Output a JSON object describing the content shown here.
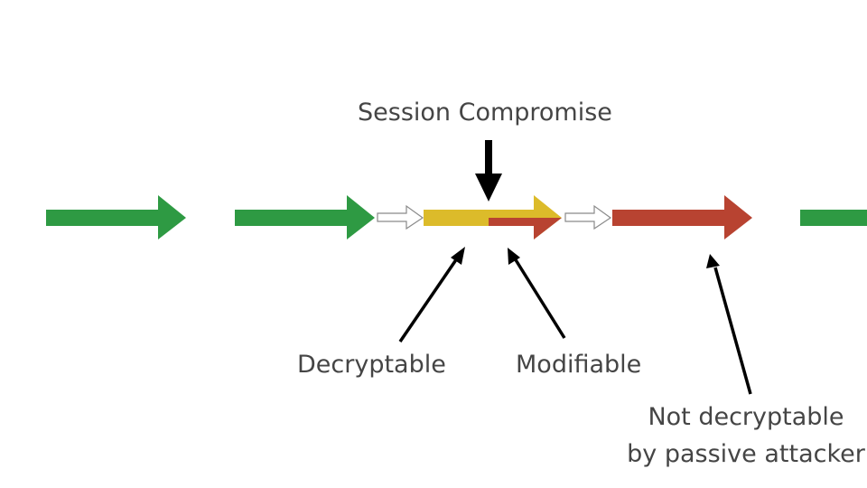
{
  "title": "Session Compromise",
  "labels": {
    "session_compromise": "Session Compromise",
    "decryptable": "Decryptable",
    "modifiable": "Modifiable",
    "not_decryptable_line1": "Not decryptable",
    "not_decryptable_line2": "by passive attacker"
  },
  "colors": {
    "secure": "#2e9a43",
    "decryptable": "#dcbb2a",
    "modifiable": "#b84331",
    "outline_arrow": "#8a8a8a",
    "pointer": "#000000",
    "text": "#454545"
  },
  "sequence": [
    {
      "state": "secure",
      "kind": "message"
    },
    {
      "state": "secure",
      "kind": "message"
    },
    {
      "state": "transition",
      "kind": "step"
    },
    {
      "state": "decryptable+modifiable",
      "kind": "message"
    },
    {
      "state": "transition",
      "kind": "step"
    },
    {
      "state": "modifiable",
      "kind": "message"
    },
    {
      "state": "secure",
      "kind": "message"
    }
  ]
}
